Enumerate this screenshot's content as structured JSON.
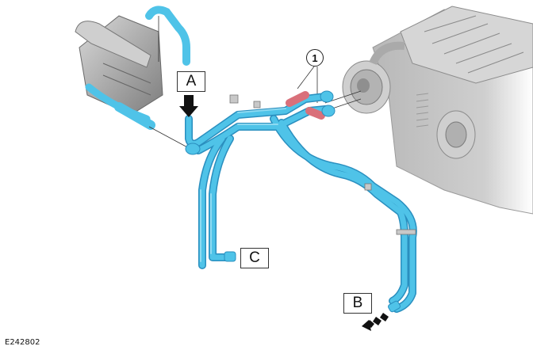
{
  "figure": {
    "id": "E242802",
    "description": "Heater hose routing between auxiliary heater and HVAC unit"
  },
  "callouts": {
    "a": {
      "label": "A",
      "arrow": "solid-down"
    },
    "b": {
      "label": "B",
      "arrow": "dashed-down-left"
    },
    "c": {
      "label": "C"
    },
    "item1": {
      "label": "1"
    }
  },
  "components": {
    "aux_heater": "auxiliary-heater",
    "hvac_unit": "hvac-housing",
    "hoses": "coolant-hoses",
    "highlighted_hoses": "item-1-hose-sections"
  },
  "colors": {
    "hose": "#4fc3e8",
    "hose_dark": "#2a8fbf",
    "hose_light": "#a9e6f7",
    "highlight": "#d9707a",
    "housing": "#bdbdbd",
    "housing_dark": "#8a8a8a",
    "housing_light": "#e4e4e4",
    "arrow": "#111111"
  }
}
